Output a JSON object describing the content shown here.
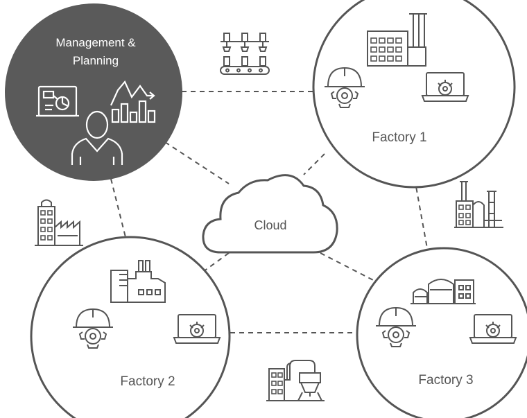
{
  "nodes": {
    "management": {
      "title_line1": "Management &",
      "title_line2": "Planning"
    },
    "cloud": {
      "label": "Cloud"
    },
    "factory1": {
      "label": "Factory 1"
    },
    "factory2": {
      "label": "Factory 2"
    },
    "factory3": {
      "label": "Factory 3"
    }
  },
  "colors": {
    "management_fill": "#5a5a5a",
    "line": "#555555",
    "text": "#555555",
    "background": "#ffffff"
  },
  "icons": [
    "presentation-icon",
    "line-chart-icon",
    "bar-chart-icon",
    "person-icon",
    "robotic-assembly-icon",
    "factory-building-icon",
    "hardhat-gear-icon",
    "laptop-gear-icon",
    "cloud-icon",
    "industrial-plant-icon",
    "pipeline-silo-icon"
  ]
}
